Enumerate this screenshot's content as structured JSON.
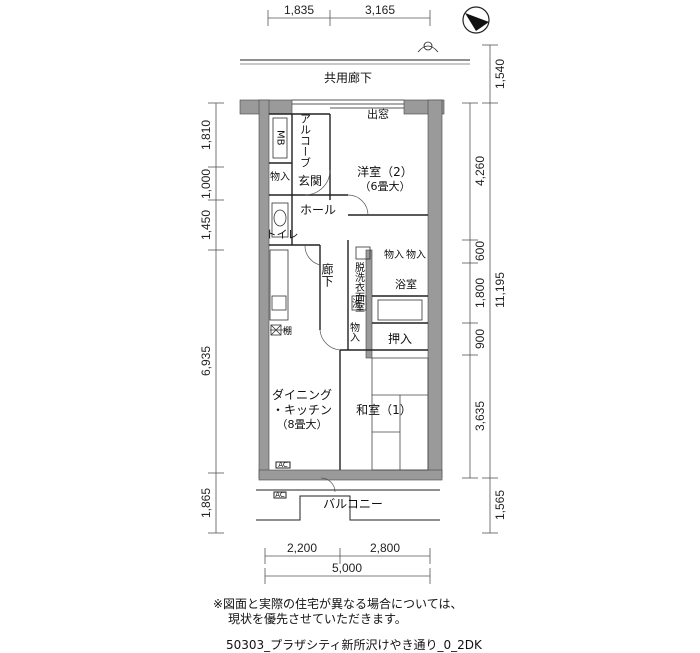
{
  "compass": {
    "label": "N"
  },
  "dimensions": {
    "top": [
      "1,835",
      "3,165"
    ],
    "bottom_parts": [
      "2,200",
      "2,800"
    ],
    "bottom_total": "5,000",
    "left": [
      "1,810",
      "1,000",
      "1,450",
      "6,935",
      "1,865"
    ],
    "right_outer": [
      "1,540",
      "11,195",
      "1,565"
    ],
    "right_inner": [
      "4,260",
      "600",
      "1,800",
      "900",
      "3,635"
    ]
  },
  "labels": {
    "corridor": "共用廊下",
    "bay_window": "出窓",
    "alcove": "アルコーブ",
    "mb": "MB",
    "storage_entry": "物入",
    "entrance": "玄関",
    "western_room_name": "洋室（2）",
    "western_room_size": "（6畳大）",
    "hall": "ホール",
    "toilet": "トイレ",
    "hallway": "廊下",
    "washroom": "脱洗衣面室",
    "washer": "洗",
    "storage_1": "物入",
    "storage_2": "物入",
    "bathroom": "浴室",
    "storage_3": "物入",
    "oshiire": "押入",
    "shelf": "棚",
    "dk_line1": "ダイニング",
    "dk_line2": "・キッチン",
    "dk_size": "（8畳大）",
    "washitsu": "和室（1）",
    "ac_1": "AC",
    "ac_2": "AC",
    "balcony": "バルコニー"
  },
  "notes": {
    "line1": "※図面と実際の住宅が異なる場合については、",
    "line2": "現状を優先させていただきます。"
  },
  "caption": "50303_プラザシティ新所沢けやき通り_0_2DK"
}
